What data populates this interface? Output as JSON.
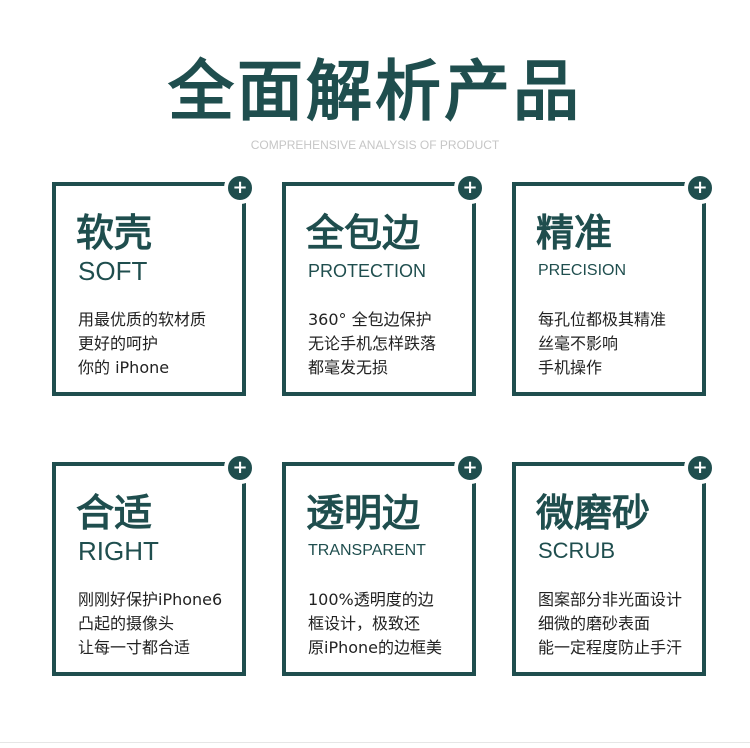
{
  "header": {
    "title": "全面解析产品",
    "subtitle": "COMPREHENSIVE ANALYSIS OF PRODUCT"
  },
  "colors": {
    "accent": "#1f4e4e",
    "subtitle": "#c6c6c6",
    "text": "#222222"
  },
  "icons": {
    "card_corner": "plus-circle-icon"
  },
  "cards": [
    {
      "title": "软壳",
      "subtitle": "SOFT",
      "lines": [
        "用最优质的软材质",
        "更好的呵护",
        "你的 iPhone"
      ]
    },
    {
      "title": "全包边",
      "subtitle": "PROTECTION",
      "lines": [
        "360°  全包边保护",
        "无论手机怎样跌落",
        "都毫发无损"
      ]
    },
    {
      "title": "精准",
      "subtitle": "PRECISION",
      "lines": [
        "每孔位都极其精准",
        "丝毫不影响",
        "手机操作"
      ]
    },
    {
      "title": "合适",
      "subtitle": "RIGHT",
      "lines": [
        "刚刚好保护iPhone6",
        "凸起的摄像头",
        "让每一寸都合适"
      ]
    },
    {
      "title": "透明边",
      "subtitle": "TRANSPARENT",
      "lines": [
        "100%透明度的边",
        "框设计，极致还",
        "原iPhone的边框美"
      ]
    },
    {
      "title": "微磨砂",
      "subtitle": "SCRUB",
      "lines": [
        "图案部分非光面设计",
        "细微的磨砂表面",
        "能一定程度防止手汗"
      ]
    }
  ]
}
